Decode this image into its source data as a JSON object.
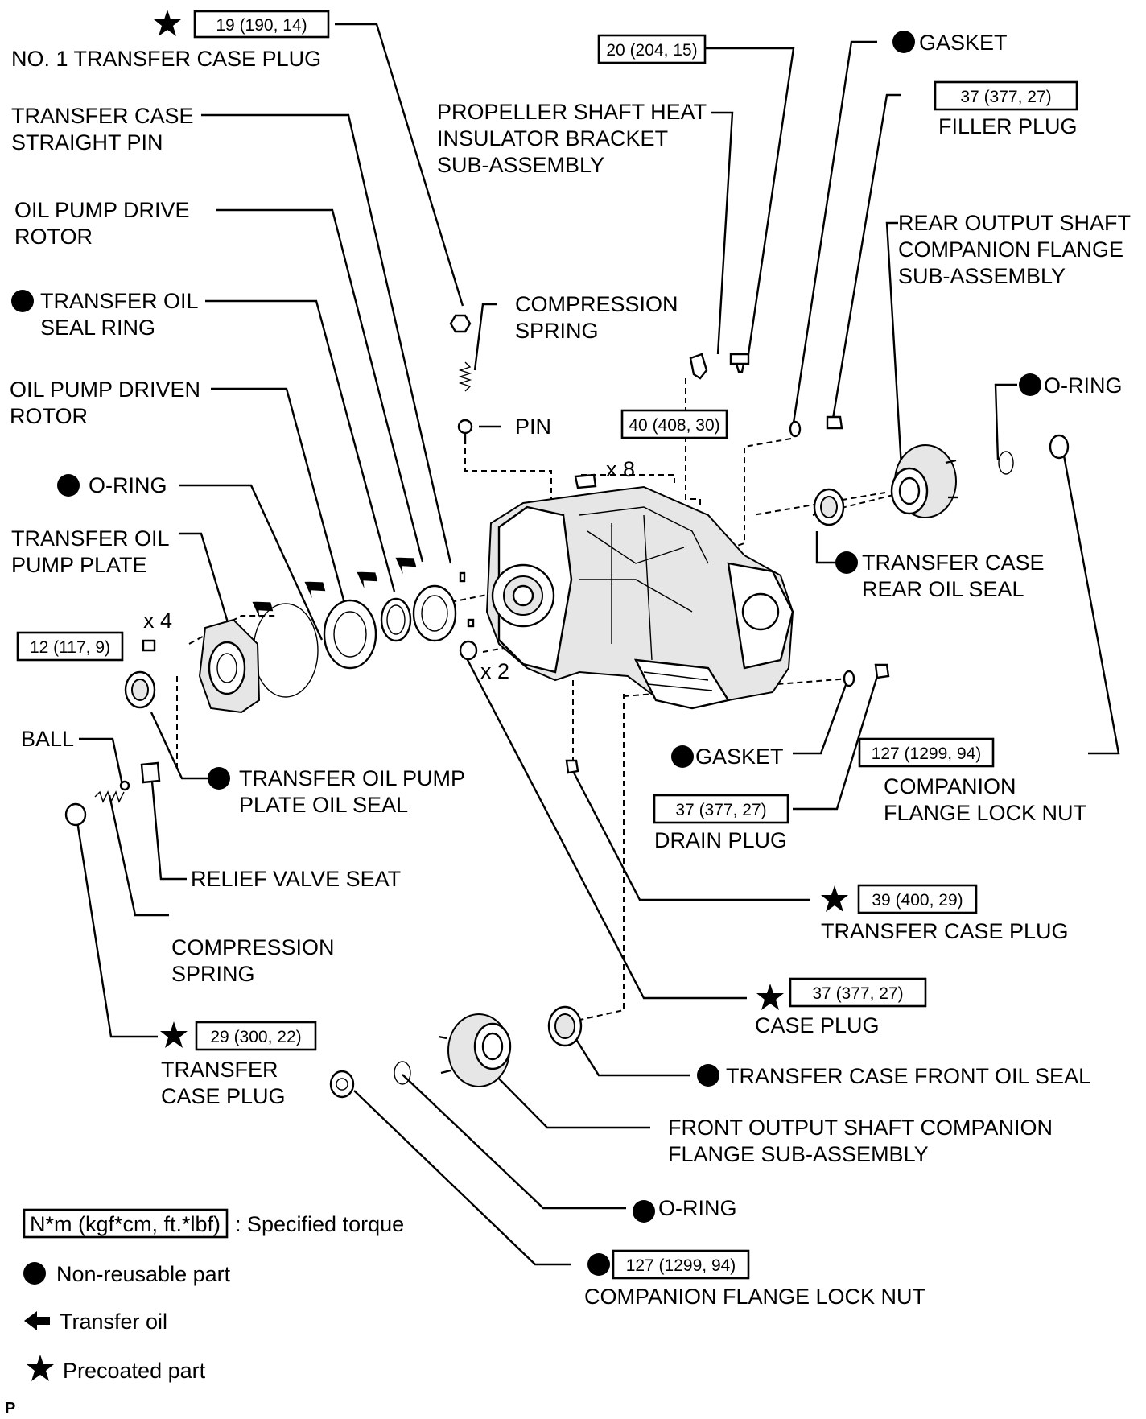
{
  "parts": {
    "no1_transfer_case_plug": "NO. 1 TRANSFER CASE PLUG",
    "no1_transfer_case_plug_torque": "19 (190, 14)",
    "transfer_case_straight_pin": [
      "TRANSFER CASE",
      "STRAIGHT PIN"
    ],
    "oil_pump_drive_rotor": [
      "OIL PUMP DRIVE",
      "ROTOR"
    ],
    "transfer_oil_seal_ring": [
      "TRANSFER OIL",
      "SEAL RING"
    ],
    "oil_pump_driven_rotor": [
      "OIL PUMP DRIVEN",
      "ROTOR"
    ],
    "o_ring_left": "O-RING",
    "transfer_oil_pump_plate": [
      "TRANSFER OIL",
      "PUMP PLATE"
    ],
    "pump_plate_bolt_qty": "x 4",
    "pump_plate_bolt_torque": "12 (117, 9)",
    "ball": "BALL",
    "transfer_oil_pump_plate_oil_seal": [
      "TRANSFER OIL PUMP",
      "PLATE OIL SEAL"
    ],
    "relief_valve_seat": "RELIEF VALVE SEAT",
    "compression_spring_lower": [
      "COMPRESSION",
      "SPRING"
    ],
    "transfer_case_plug_lower_left": [
      "TRANSFER",
      "CASE PLUG"
    ],
    "transfer_case_plug_lower_left_torque": "29 (300, 22)",
    "compression_spring_upper": [
      "COMPRESSION",
      "SPRING"
    ],
    "pin": "PIN",
    "case_bolt_torque": "40 (408, 30)",
    "case_bolt_qty": "x 8",
    "plug_qty": "x 2",
    "bracket_torque": "20 (204, 15)",
    "propeller_shaft_bracket": [
      "PROPELLER SHAFT HEAT",
      "INSULATOR BRACKET",
      "SUB-ASSEMBLY"
    ],
    "gasket_top": "GASKET",
    "filler_plug_torque": "37 (377, 27)",
    "filler_plug": "FILLER PLUG",
    "rear_output_flange": [
      "REAR OUTPUT SHAFT",
      "COMPANION FLANGE",
      "SUB-ASSEMBLY"
    ],
    "o_ring_right": "O-RING",
    "transfer_case_rear_oil_seal": [
      "TRANSFER CASE",
      "REAR OIL SEAL"
    ],
    "gasket_lower": "GASKET",
    "rear_lock_nut_torque": "127 (1299, 94)",
    "rear_lock_nut": [
      "COMPANION",
      "FLANGE LOCK NUT"
    ],
    "drain_plug_torque": "37 (377, 27)",
    "drain_plug": "DRAIN PLUG",
    "transfer_case_plug_mid_torque": "39 (400, 29)",
    "transfer_case_plug_mid": "TRANSFER CASE PLUG",
    "case_plug_torque": "37 (377, 27)",
    "case_plug": "CASE PLUG",
    "transfer_case_front_oil_seal": "TRANSFER CASE FRONT OIL SEAL",
    "front_output_flange": [
      "FRONT OUTPUT SHAFT COMPANION",
      "FLANGE SUB-ASSEMBLY"
    ],
    "o_ring_bottom": "O-RING",
    "front_lock_nut_torque": "127 (1299, 94)",
    "front_lock_nut": "COMPANION FLANGE LOCK NUT"
  },
  "legend": {
    "torque_format": "N*m (kgf*cm, ft.*lbf)",
    "torque_desc": ": Specified torque",
    "non_reusable": "Non-reusable part",
    "transfer_oil": "Transfer oil",
    "precoated": "Precoated part"
  },
  "corner_mark": "P",
  "icons": {
    "star": "precoated-star-icon",
    "dot": "non-reusable-dot-icon",
    "arrow": "transfer-oil-arrow-icon"
  }
}
